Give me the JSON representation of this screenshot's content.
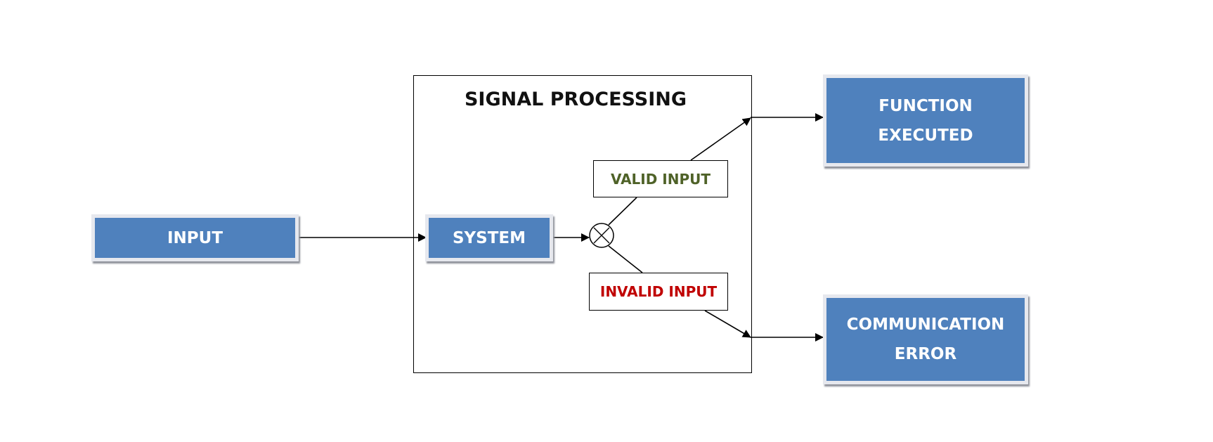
{
  "nodes": {
    "input": "INPUT",
    "system": "SYSTEM",
    "signal_processing": "SIGNAL PROCESSING",
    "valid_input": "VALID INPUT",
    "invalid_input": "INVALID INPUT",
    "function_executed_line1": "FUNCTION",
    "function_executed_line2": "EXECUTED",
    "communication_error_line1": "COMMUNICATION",
    "communication_error_line2": "ERROR"
  },
  "colors": {
    "box_fill": "#4f81bd",
    "valid_text": "#4f6228",
    "invalid_text": "#c00000"
  }
}
